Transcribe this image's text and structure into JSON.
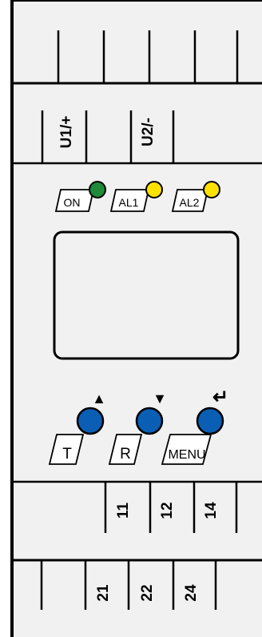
{
  "terminals_top": {
    "u1_label": "U1/+",
    "u2_label": "U2/-"
  },
  "leds": [
    {
      "label": "ON",
      "color": "#1f8a3a"
    },
    {
      "label": "AL1",
      "color": "#ffe100"
    },
    {
      "label": "AL2",
      "color": "#ffe100"
    }
  ],
  "buttons": [
    {
      "label": "T",
      "arrow": "▲",
      "color": "#0a5fb4"
    },
    {
      "label": "R",
      "arrow": "▼",
      "color": "#0a5fb4"
    },
    {
      "label": "MENU",
      "arrow": "↵",
      "color": "#0a5fb4"
    }
  ],
  "terminals_mid": [
    "11",
    "12",
    "14"
  ],
  "terminals_bottom": [
    "21",
    "22",
    "24"
  ],
  "colors": {
    "body": "#f1f1f1",
    "outline": "#000000"
  }
}
